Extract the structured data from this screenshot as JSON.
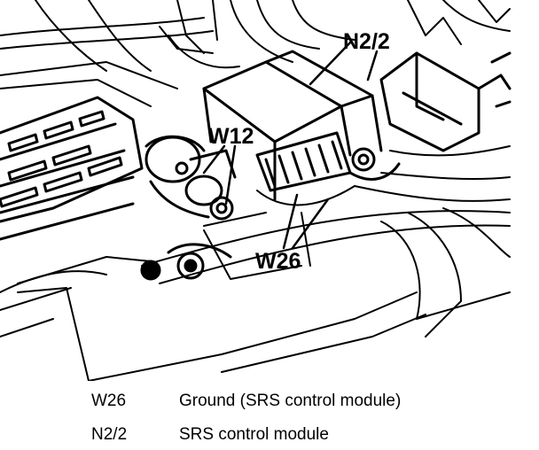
{
  "callouts": {
    "w12": "W12",
    "n2_2": "N2/2",
    "w26": "W26"
  },
  "legend": [
    {
      "code": "W26",
      "description": "Ground (SRS control module)"
    },
    {
      "code": "N2/2",
      "description": "SRS control module"
    }
  ],
  "colors": {
    "ink": "#000000",
    "paper": "#ffffff"
  }
}
